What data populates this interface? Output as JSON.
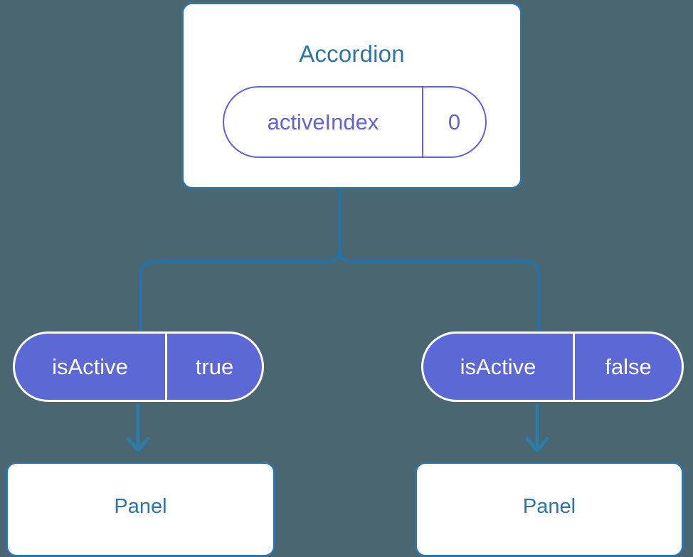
{
  "diagram": {
    "title_text": "Accordion",
    "background_color": "#4a6771",
    "accent_blue": "#2e74a6",
    "accent_purple": "#6262d9",
    "pill_fill": "#5c68d6",
    "root": {
      "label": "Accordion",
      "state": {
        "key": "activeIndex",
        "value": "0"
      }
    },
    "branches": [
      {
        "prop": {
          "key": "isActive",
          "value": "true"
        },
        "child": {
          "label": "Panel"
        }
      },
      {
        "prop": {
          "key": "isActive",
          "value": "false"
        },
        "child": {
          "label": "Panel"
        }
      }
    ]
  }
}
